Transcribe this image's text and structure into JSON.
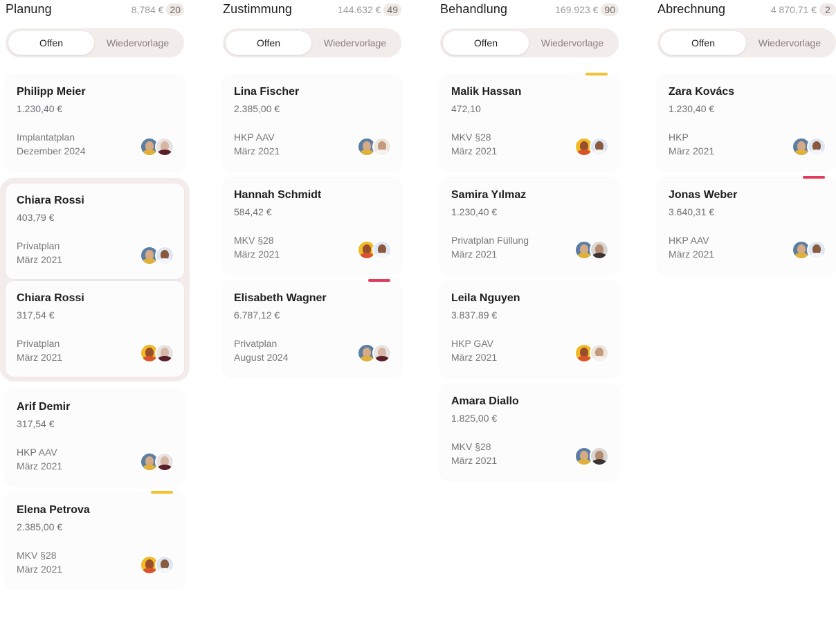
{
  "columns": [
    {
      "title": "Planung",
      "sum": "8,784 €",
      "count": "20",
      "tabs": [
        "Offen",
        "Wiedervorlage"
      ],
      "cards": [
        {
          "name": "Philipp Meier",
          "amount": "1.230,40 €",
          "type": "Implantatplan",
          "date": "Dezember 2024",
          "avatars": [
            "blue-man",
            "dark-man"
          ]
        },
        {
          "name": "Chiara Rossi",
          "amount": "403,79 €",
          "type": "Privatplan",
          "date": "März 2021",
          "avatars": [
            "blue-man",
            "light-man"
          ]
        },
        {
          "name": "Chiara Rossi",
          "amount": "317,54 €",
          "type": "Privatplan",
          "date": "März 2021",
          "avatars": [
            "yellow-woman",
            "dark-man"
          ]
        },
        {
          "name": "Arif Demir",
          "amount": "317,54 €",
          "type": "HKP AAV",
          "date": "März 2021",
          "avatars": [
            "blue-man",
            "dark-man"
          ]
        },
        {
          "name": "Elena Petrova",
          "amount": "2.385,00 €",
          "type": "MKV §28",
          "date": "März 2021",
          "avatars": [
            "yellow-woman",
            "light-man"
          ],
          "flag": "#f5c12e"
        }
      ]
    },
    {
      "title": "Zustimmung",
      "sum": "144.632 €",
      "count": "49",
      "tabs": [
        "Offen",
        "Wiedervorlage"
      ],
      "cards": [
        {
          "name": "Lina Fischer",
          "amount": "2.385,00 €",
          "type": "HKP AAV",
          "date": "März 2021",
          "avatars": [
            "blue-man",
            "light-woman"
          ]
        },
        {
          "name": "Hannah Schmidt",
          "amount": "584,42 €",
          "type": "MKV §28",
          "date": "März 2021",
          "avatars": [
            "yellow-woman",
            "light-man"
          ]
        },
        {
          "name": "Elisabeth Wagner",
          "amount": "6.787,12 €",
          "type": "Privatplan",
          "date": "August 2024",
          "avatars": [
            "blue-man",
            "dark-man"
          ],
          "flag": "#e23b5e"
        }
      ]
    },
    {
      "title": "Behandlung",
      "sum": "169.923 €",
      "count": "90",
      "tabs": [
        "Offen",
        "Wiedervorlage"
      ],
      "cards": [
        {
          "name": "Malik Hassan",
          "amount": "472,10",
          "type": "MKV §28",
          "date": "März 2021",
          "avatars": [
            "yellow-woman",
            "light-man"
          ],
          "flag": "#f5c12e"
        },
        {
          "name": "Samira Yılmaz",
          "amount": "1.230,40 €",
          "type": "Privatplan Füllung",
          "date": "März 2021",
          "avatars": [
            "blue-man",
            "gray-man"
          ]
        },
        {
          "name": "Leila Nguyen",
          "amount": "3.837.89 €",
          "type": "HKP GAV",
          "date": "März 2021",
          "avatars": [
            "yellow-woman",
            "light-woman"
          ]
        },
        {
          "name": "Amara Diallo",
          "amount": "1.825,00 €",
          "type": "MKV §28",
          "date": "März 2021",
          "avatars": [
            "blue-man",
            "gray-man"
          ]
        }
      ]
    },
    {
      "title": "Abrechnung",
      "sum": "4 870,71 €",
      "count": "2",
      "tabs": [
        "Offen",
        "Wiedervorlage"
      ],
      "cards": [
        {
          "name": "Zara Kovács",
          "amount": "1.230,40 €",
          "type": "HKP",
          "date": "März 2021",
          "avatars": [
            "blue-man",
            "light-man"
          ]
        },
        {
          "name": "Jonas Weber",
          "amount": "3.640,31 €",
          "type": "HKP AAV",
          "date": "März 2021",
          "avatars": [
            "blue-man",
            "light-man"
          ],
          "flag": "#e23b5e"
        }
      ]
    }
  ],
  "avatar_styles": {
    "blue-man": {
      "bg": "#5a7fa3",
      "head": "#d6a987",
      "body": "#e0b23a"
    },
    "dark-man": {
      "bg": "#e9e4e4",
      "head": "#d8b6a5",
      "body": "#5a1f2a"
    },
    "light-man": {
      "bg": "#dfe6f3",
      "head": "#8a5a3e",
      "body": "#f4f5f8"
    },
    "yellow-woman": {
      "bg": "#f2b928",
      "head": "#9a4f2c",
      "body": "#d9542b"
    },
    "light-woman": {
      "bg": "#ece6dc",
      "head": "#c49a7d",
      "body": "#f5f2ee"
    },
    "gray-man": {
      "bg": "#d9d6d3",
      "head": "#b58b70",
      "body": "#3a3533"
    }
  }
}
